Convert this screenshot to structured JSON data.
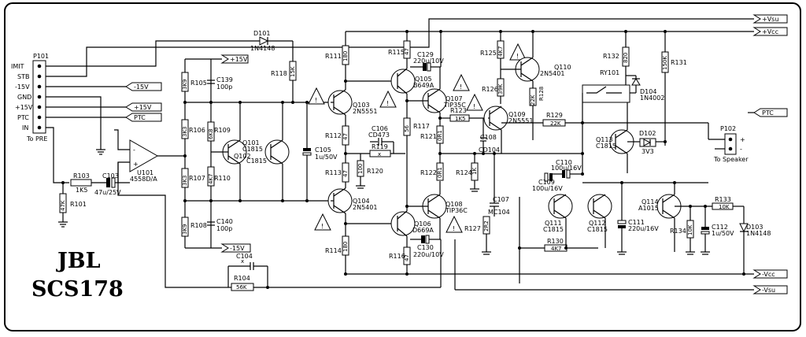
{
  "title_line1": "JBL",
  "title_line2": "SCS178",
  "connector": {
    "ref": "P101",
    "pins": [
      "IMIT",
      "STB",
      "-15V",
      "GND",
      "+15V",
      "PTC",
      "IN"
    ],
    "caption": "To PRE"
  },
  "rail_tags": {
    "top": [
      "+Vsu",
      "+Vcc"
    ],
    "bottom": [
      "-Vcc",
      "-Vsu"
    ],
    "ptc_right": "PTC",
    "left_m15": "-15V",
    "left_p15": "+15V",
    "left_ptc": "PTC",
    "p15_mid": "+15V",
    "m15_mid": "-15V"
  },
  "warning_glyph": "!",
  "speaker": {
    "ref": "P102",
    "caption": "To Speaker",
    "plus": "+",
    "minus": "-"
  },
  "parts": {
    "D101": {
      "ref": "D101",
      "val": "1N4148"
    },
    "R118": {
      "ref": "R118",
      "val": "15K"
    },
    "R105": {
      "ref": "R105",
      "val": "3K9"
    },
    "C139": {
      "ref": "C139",
      "val": "100p"
    },
    "R106": {
      "ref": "R106",
      "val": "3K3"
    },
    "R109": {
      "ref": "R109",
      "val": "6K8"
    },
    "Q101": {
      "ref": "Q101",
      "val": "C1815"
    },
    "Q102": {
      "ref": "Q102",
      "val": "C1815"
    },
    "R107": {
      "ref": "R107",
      "val": "3K3"
    },
    "R110": {
      "ref": "R110",
      "val": "4K7"
    },
    "R108": {
      "ref": "R108",
      "val": "3K9"
    },
    "C140": {
      "ref": "C140",
      "val": "100p"
    },
    "U101": {
      "ref": "U101",
      "val": "4558D/A"
    },
    "R103": {
      "ref": "R103",
      "val": "1K5"
    },
    "C103": {
      "ref": "C103",
      "val": "47u/25V"
    },
    "R101": {
      "ref": "R101",
      "val": "47K"
    },
    "C104": {
      "ref": "C104",
      "val": "x"
    },
    "R104": {
      "ref": "R104",
      "val": "56K"
    },
    "C105": {
      "ref": "C105",
      "val": "1u/50V"
    },
    "R111": {
      "ref": "R111",
      "val": "180"
    },
    "R112": {
      "ref": "R112",
      "val": "47"
    },
    "R113": {
      "ref": "R113",
      "val": "47"
    },
    "R114": {
      "ref": "R114",
      "val": "180"
    },
    "Q103": {
      "ref": "Q103",
      "val": "2N5551"
    },
    "Q104": {
      "ref": "Q104",
      "val": "2N5401"
    },
    "C106": {
      "ref": "C106",
      "val": "CD473"
    },
    "R119": {
      "ref": "R119",
      "val": "x"
    },
    "R120": {
      "ref": "R120",
      "val": "100"
    },
    "R115": {
      "ref": "R115",
      "val": "47"
    },
    "C129": {
      "ref": "C129",
      "val": "220u/10V"
    },
    "Q105": {
      "ref": "Q105",
      "val": "B649A"
    },
    "R117": {
      "ref": "R117",
      "val": "56"
    },
    "Q106": {
      "ref": "Q106",
      "val": "D669A"
    },
    "R116": {
      "ref": "R116",
      "val": "47"
    },
    "C130": {
      "ref": "C130",
      "val": "220u/10V"
    },
    "Q107": {
      "ref": "Q107",
      "val": "TIP35C"
    },
    "Q108": {
      "ref": "Q108",
      "val": "TIP36C"
    },
    "R121": {
      "ref": "R121",
      "val": "0R1"
    },
    "R122": {
      "ref": "R122",
      "val": "0R1"
    },
    "R123": {
      "ref": "R123",
      "val": "1K5"
    },
    "R124": {
      "ref": "R124",
      "val": "1K"
    },
    "C108": {
      "ref": "C108",
      "val": "CD104"
    },
    "C107": {
      "ref": "C107",
      "val": "MC104"
    },
    "R125": {
      "ref": "R125",
      "val": "4K7"
    },
    "R126": {
      "ref": "R126",
      "val": "39K"
    },
    "R127": {
      "ref": "R127",
      "val": "2R2"
    },
    "Q109": {
      "ref": "Q109",
      "val": "2N5551"
    },
    "Q110": {
      "ref": "Q110",
      "val": "2N5401"
    },
    "R128": {
      "ref": "R128",
      "val": "22K"
    },
    "R129": {
      "ref": "R129",
      "val": "22K"
    },
    "R130": {
      "ref": "R130",
      "val": "4K7"
    },
    "RY101": {
      "ref": "RY101",
      "val": ""
    },
    "R132": {
      "ref": "R132",
      "val": "820"
    },
    "D104": {
      "ref": "D104",
      "val": "1N4002"
    },
    "R131": {
      "ref": "R131",
      "val": "150K"
    },
    "Q113": {
      "ref": "Q113",
      "val": "C1815"
    },
    "D102": {
      "ref": "D102",
      "val": "3V3"
    },
    "C110": {
      "ref": "C110",
      "val": "100u/16V"
    },
    "C109": {
      "ref": "C109",
      "val": "100u/16V"
    },
    "Q111": {
      "ref": "Q111",
      "val": "C1815"
    },
    "Q112": {
      "ref": "Q112",
      "val": "C1815"
    },
    "C111": {
      "ref": "C111",
      "val": "220u/16V"
    },
    "Q114": {
      "ref": "Q114",
      "val": "A1015"
    },
    "R133": {
      "ref": "R133",
      "val": "10K"
    },
    "R134": {
      "ref": "R134",
      "val": "10K"
    },
    "C112": {
      "ref": "C112",
      "val": "1u/50V"
    },
    "D103": {
      "ref": "D103",
      "val": "1N4148"
    }
  }
}
